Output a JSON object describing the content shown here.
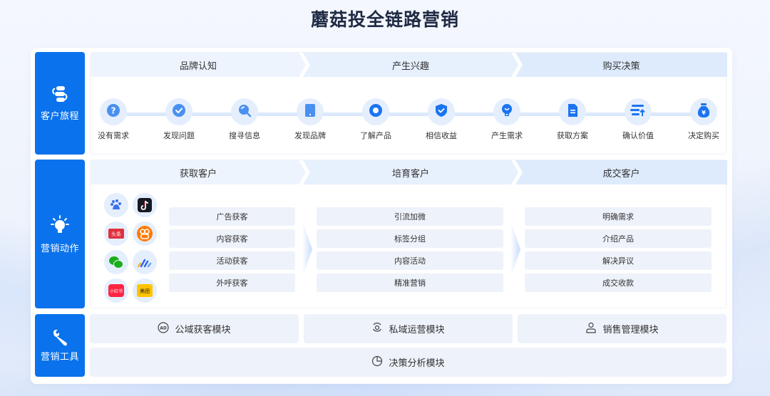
{
  "title": "蘑菇投全链路营销",
  "colors": {
    "primary": "#0a72ec",
    "icon_blue": "#1b74f0",
    "icon_light_blue": "#4a90f0",
    "circle_bg": "#e4eefd",
    "pill_bg": "#eef2fa",
    "phase_bg": "#edf4fe"
  },
  "rows": {
    "journey": {
      "label": "客户旅程",
      "icon": "journey-flow-icon",
      "phases": [
        "品牌认知",
        "产生兴趣",
        "购买决策"
      ],
      "steps": [
        {
          "label": "没有需求",
          "icon": "question-icon"
        },
        {
          "label": "发现问题",
          "icon": "check-circle-icon"
        },
        {
          "label": "搜寻信息",
          "icon": "search-icon"
        },
        {
          "label": "发现品牌",
          "icon": "tablet-icon"
        },
        {
          "label": "了解产品",
          "icon": "circle-dot-icon"
        },
        {
          "label": "相信收益",
          "icon": "shield-check-icon"
        },
        {
          "label": "产生需求",
          "icon": "lightbulb-icon"
        },
        {
          "label": "获取方案",
          "icon": "document-icon"
        },
        {
          "label": "确认价值",
          "icon": "value-upload-icon"
        },
        {
          "label": "决定购买",
          "icon": "money-bag-icon"
        }
      ]
    },
    "actions": {
      "label": "营销动作",
      "icon": "lightbulb-rays-icon",
      "phases": [
        "获取客户",
        "培育客户",
        "成交客户"
      ],
      "channel_logos": [
        {
          "name": "baidu-logo",
          "text": "du"
        },
        {
          "name": "douyin-logo",
          "text": "♪"
        },
        {
          "name": "toutiao-logo",
          "text": "头条"
        },
        {
          "name": "kuaishou-logo",
          "text": "快"
        },
        {
          "name": "wechat-logo",
          "text": ""
        },
        {
          "name": "juliang-logo",
          "text": ""
        },
        {
          "name": "xiaohongshu-logo",
          "text": "小红书"
        },
        {
          "name": "meituan-logo",
          "text": "美团"
        }
      ],
      "acquire": [
        "广告获客",
        "内容获客",
        "活动获客",
        "外呼获客"
      ],
      "nurture": [
        "引流加微",
        "标签分组",
        "内容活动",
        "精准营销"
      ],
      "close": [
        "明确需求",
        "介绍产品",
        "解决异议",
        "成交收款"
      ]
    },
    "tools": {
      "label": "营销工具",
      "icon": "wrench-icon",
      "modules": [
        {
          "label": "公域获客模块",
          "icon": "ad-icon"
        },
        {
          "label": "私域运营模块",
          "icon": "private-domain-icon"
        },
        {
          "label": "销售管理模块",
          "icon": "user-icon"
        },
        {
          "label": "决策分析模块",
          "icon": "pie-chart-icon"
        }
      ]
    }
  }
}
